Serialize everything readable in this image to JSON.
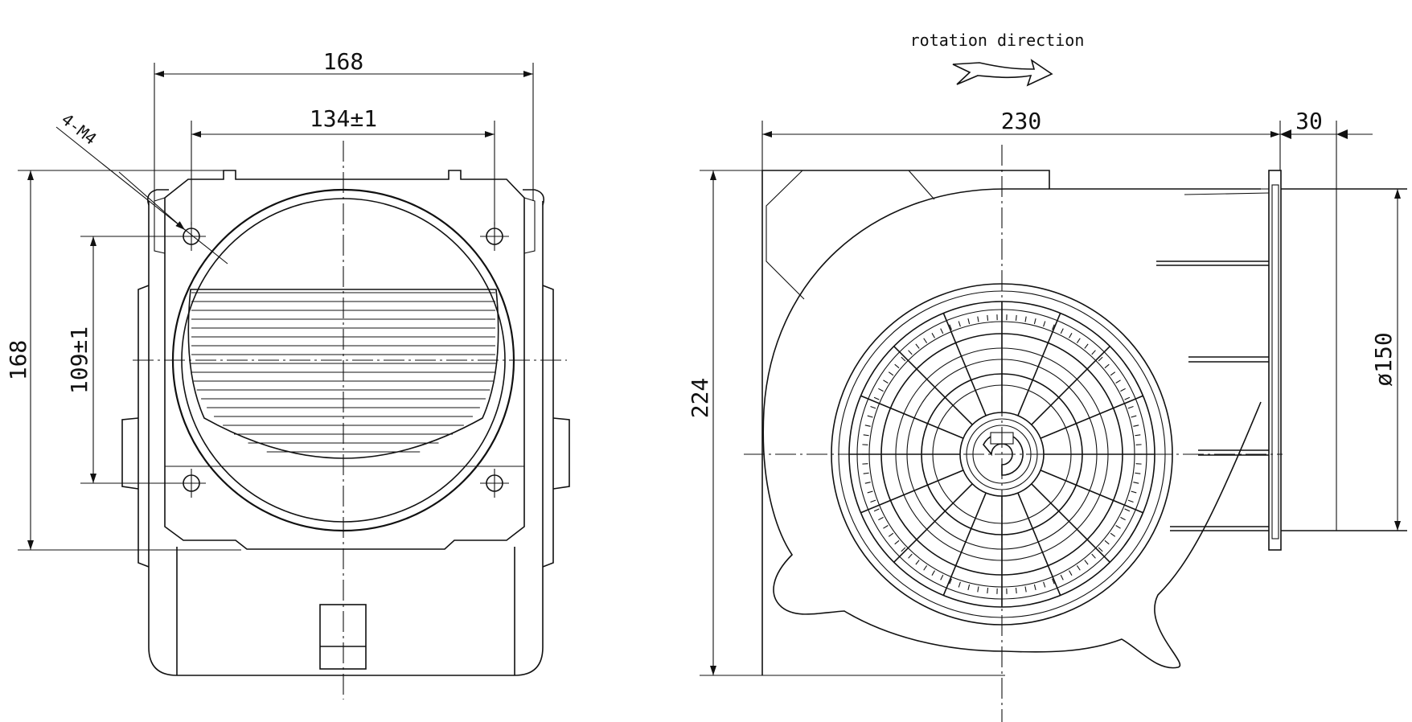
{
  "front_view": {
    "dim_width_overall": "168",
    "dim_width_holes": "134±1",
    "dim_height_overall": "168",
    "dim_height_holes": "109±1",
    "hole_callout": "4-M4"
  },
  "side_view": {
    "rotation_label": "rotation direction",
    "dim_length": "230",
    "dim_flange": "30",
    "dim_height": "224",
    "dim_outlet_diameter": "ø150"
  },
  "colors": {
    "line": "#111111",
    "background": "#ffffff"
  }
}
